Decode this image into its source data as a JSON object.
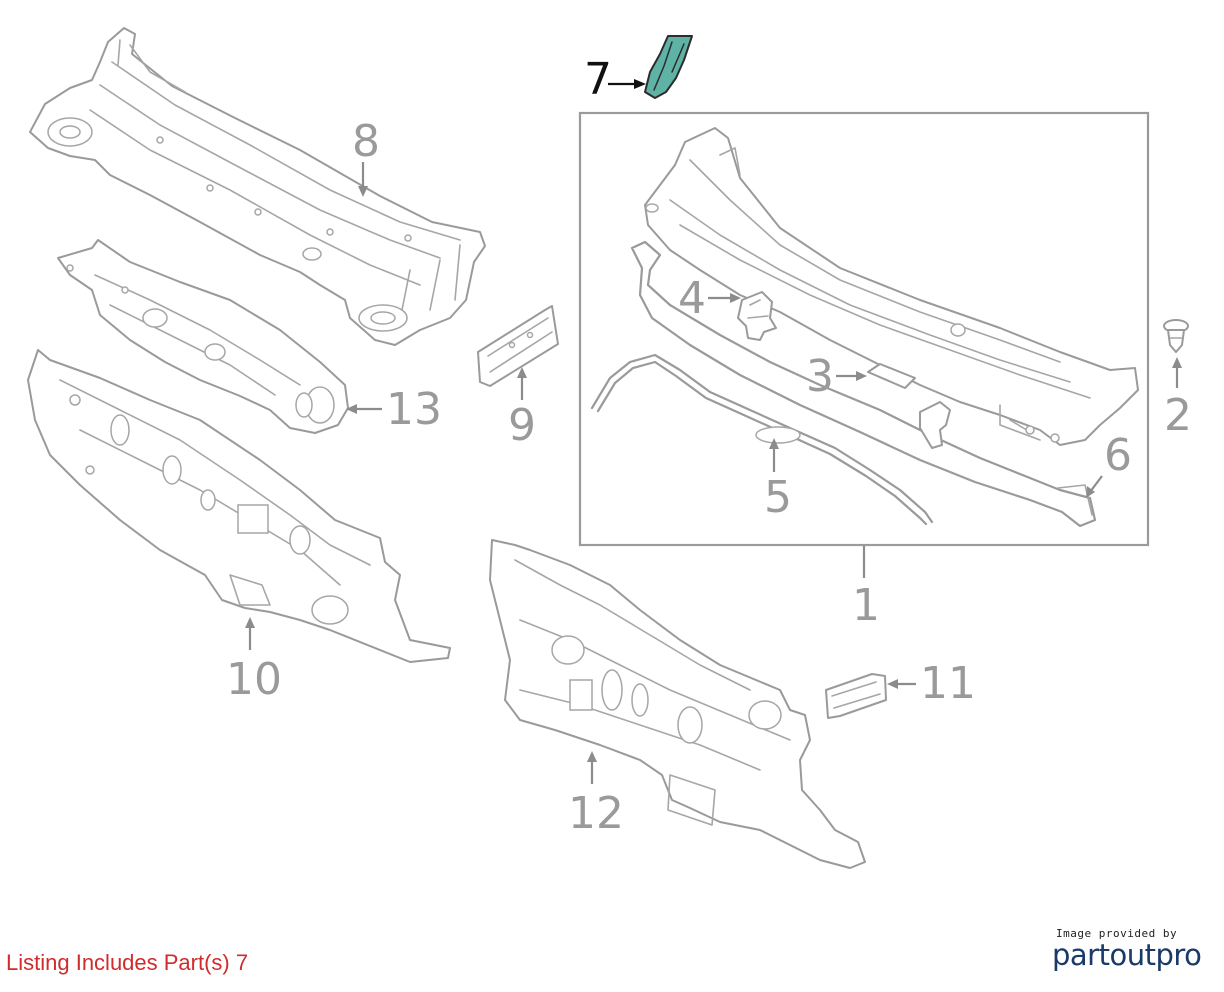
{
  "diagram": {
    "callouts": {
      "c1": "1",
      "c2": "2",
      "c3": "3",
      "c4": "4",
      "c5": "5",
      "c6": "6",
      "c7": "7",
      "c8": "8",
      "c9": "9",
      "c10": "10",
      "c11": "11",
      "c12": "12",
      "c13": "13"
    },
    "selected_part": "7",
    "highlight_color": "#5fb3a6",
    "line_color": "#9a9a9a"
  },
  "footer": {
    "listing_text": "Listing Includes Part(s) 7",
    "listing_color": "#d12b2b",
    "credit_caption": "Image provided by",
    "credit_logo": "partoutpro"
  }
}
